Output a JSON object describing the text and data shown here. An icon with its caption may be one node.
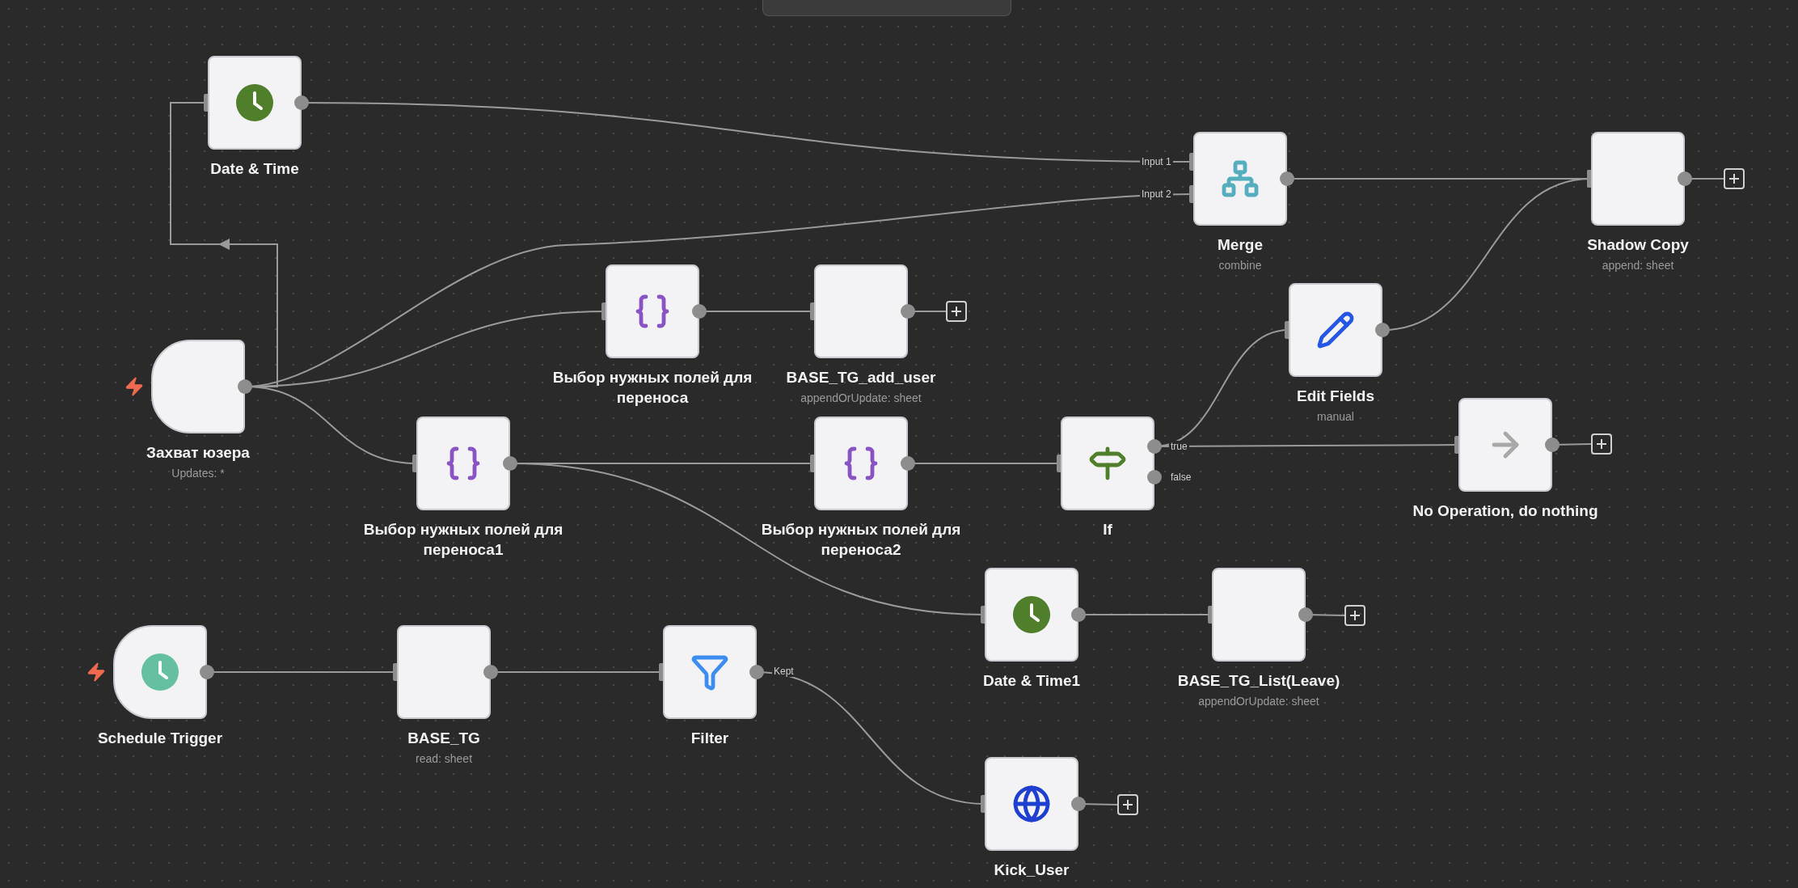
{
  "diagram": {
    "nodes": [
      {
        "text": [
          "Date & Time"
        ]
      },
      {
        "text": [
          "Merge",
          "combine"
        ]
      },
      {
        "text": [
          "Shadow Copy",
          "append: sheet"
        ]
      },
      {
        "text": [
          "Захват юзера",
          "Updates: *"
        ]
      },
      {
        "text": [
          "Выбор нужных полей для переноса"
        ]
      },
      {
        "text": [
          "BASE_TG_add_user",
          "appendOrUpdate: sheet"
        ]
      },
      {
        "text": [
          "Edit Fields",
          "manual"
        ]
      },
      {
        "text": [
          "Выбор нужных полей для переноса1"
        ]
      },
      {
        "text": [
          "Выбор нужных полей для переноса2"
        ]
      },
      {
        "text": [
          "If"
        ]
      },
      {
        "text": [
          "No Operation, do nothing"
        ]
      },
      {
        "text": [
          "Date & Time1"
        ]
      },
      {
        "text": [
          "BASE_TG_List(Leave)",
          "appendOrUpdate: sheet"
        ]
      },
      {
        "text": [
          "Schedule Trigger"
        ]
      },
      {
        "text": [
          "BASE_TG",
          "read: sheet"
        ]
      },
      {
        "text": [
          "Filter"
        ]
      },
      {
        "text": [
          "Kick_User"
        ]
      },
      {
        "text": [],
        "shape": "box"
      },
      {
        "text": [],
        "shape": "box"
      },
      {
        "text": [],
        "shape": "box"
      },
      {
        "text": [],
        "shape": "box"
      },
      {
        "text": [],
        "shape": "box"
      },
      {
        "text": [],
        "shape": "bar"
      }
    ],
    "edges": [
      {
        "from": 3,
        "to": 0,
        "arrow": "to"
      },
      {
        "from": 0,
        "to": 1,
        "arrow": "other"
      },
      {
        "from": 3,
        "to": 1,
        "arrow": "other"
      },
      {
        "from": 3,
        "to": 4,
        "arrow": "other"
      },
      {
        "from": 3,
        "to": 7,
        "arrow": "other"
      },
      {
        "from": 4,
        "to": 5,
        "arrow": "other"
      },
      {
        "from": 1,
        "to": 2,
        "arrow": "other"
      },
      {
        "from": 6,
        "to": 2,
        "arrow": "other"
      },
      {
        "from": 7,
        "to": 8,
        "arrow": "other"
      },
      {
        "from": 7,
        "to": 11,
        "arrow": "other"
      },
      {
        "from": 8,
        "to": 9,
        "arrow": "other"
      },
      {
        "from": 9,
        "to": 6,
        "arrow": "other"
      },
      {
        "from": 9,
        "to": 10,
        "arrow": "other"
      },
      {
        "from": 11,
        "to": 12,
        "arrow": "other"
      },
      {
        "from": 13,
        "to": 14,
        "arrow": "other"
      },
      {
        "from": 14,
        "to": 15,
        "arrow": "other"
      },
      {
        "from": 15,
        "to": 16,
        "arrow": "other"
      },
      {
        "from": 2,
        "to": 17,
        "arrow": "none"
      },
      {
        "from": 5,
        "to": 18,
        "arrow": "none"
      },
      {
        "from": 10,
        "to": 19,
        "arrow": "none"
      },
      {
        "from": 12,
        "to": 20,
        "arrow": "none"
      },
      {
        "from": 16,
        "to": 21,
        "arrow": "none"
      }
    ],
    "labels": [
      "Input 1",
      "Input 2",
      "true",
      "false",
      "Kept"
    ]
  }
}
